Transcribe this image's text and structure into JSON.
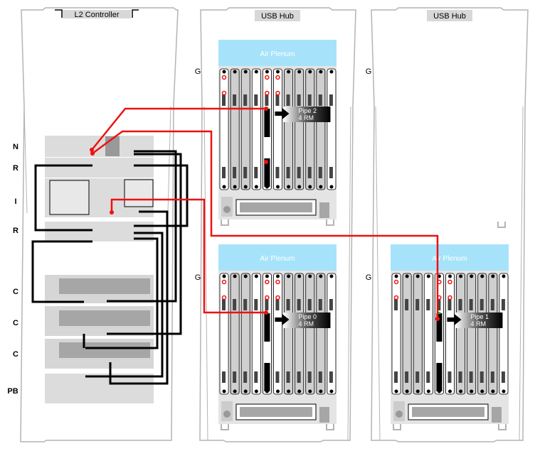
{
  "racks": [
    {
      "id": "rack-l2",
      "title": "L2 Controller"
    },
    {
      "id": "rack-hub-1",
      "title": "USB Hub"
    },
    {
      "id": "rack-hub-2",
      "title": "USB Hub"
    }
  ],
  "left_rack_rows": [
    "N",
    "R",
    "I",
    "R",
    "C",
    "C",
    "C",
    "PB"
  ],
  "g_labels": [
    "G",
    "G",
    "G",
    "G"
  ],
  "graphics_bricks": [
    {
      "id": "pipe2",
      "plenum": "Air Plenum",
      "pipe": "Pipe 2",
      "rm": "4 RM"
    },
    {
      "id": "pipe0",
      "plenum": "Air Plenum",
      "pipe": "Pipe 0",
      "rm": "4 RM"
    },
    {
      "id": "pipe1",
      "plenum": "Air Plenum",
      "pipe": "Pipe 1",
      "rm": "4 RM"
    }
  ],
  "colors": {
    "rack_outline": "#b4b4b4",
    "plenum": "#a6e3fa",
    "red_cable": "#ee1111",
    "black_cable": "#000000",
    "brick_face": "#e4e4e4",
    "card_gray": "#cfcfcf",
    "title_bar": "#d8d8d8"
  }
}
